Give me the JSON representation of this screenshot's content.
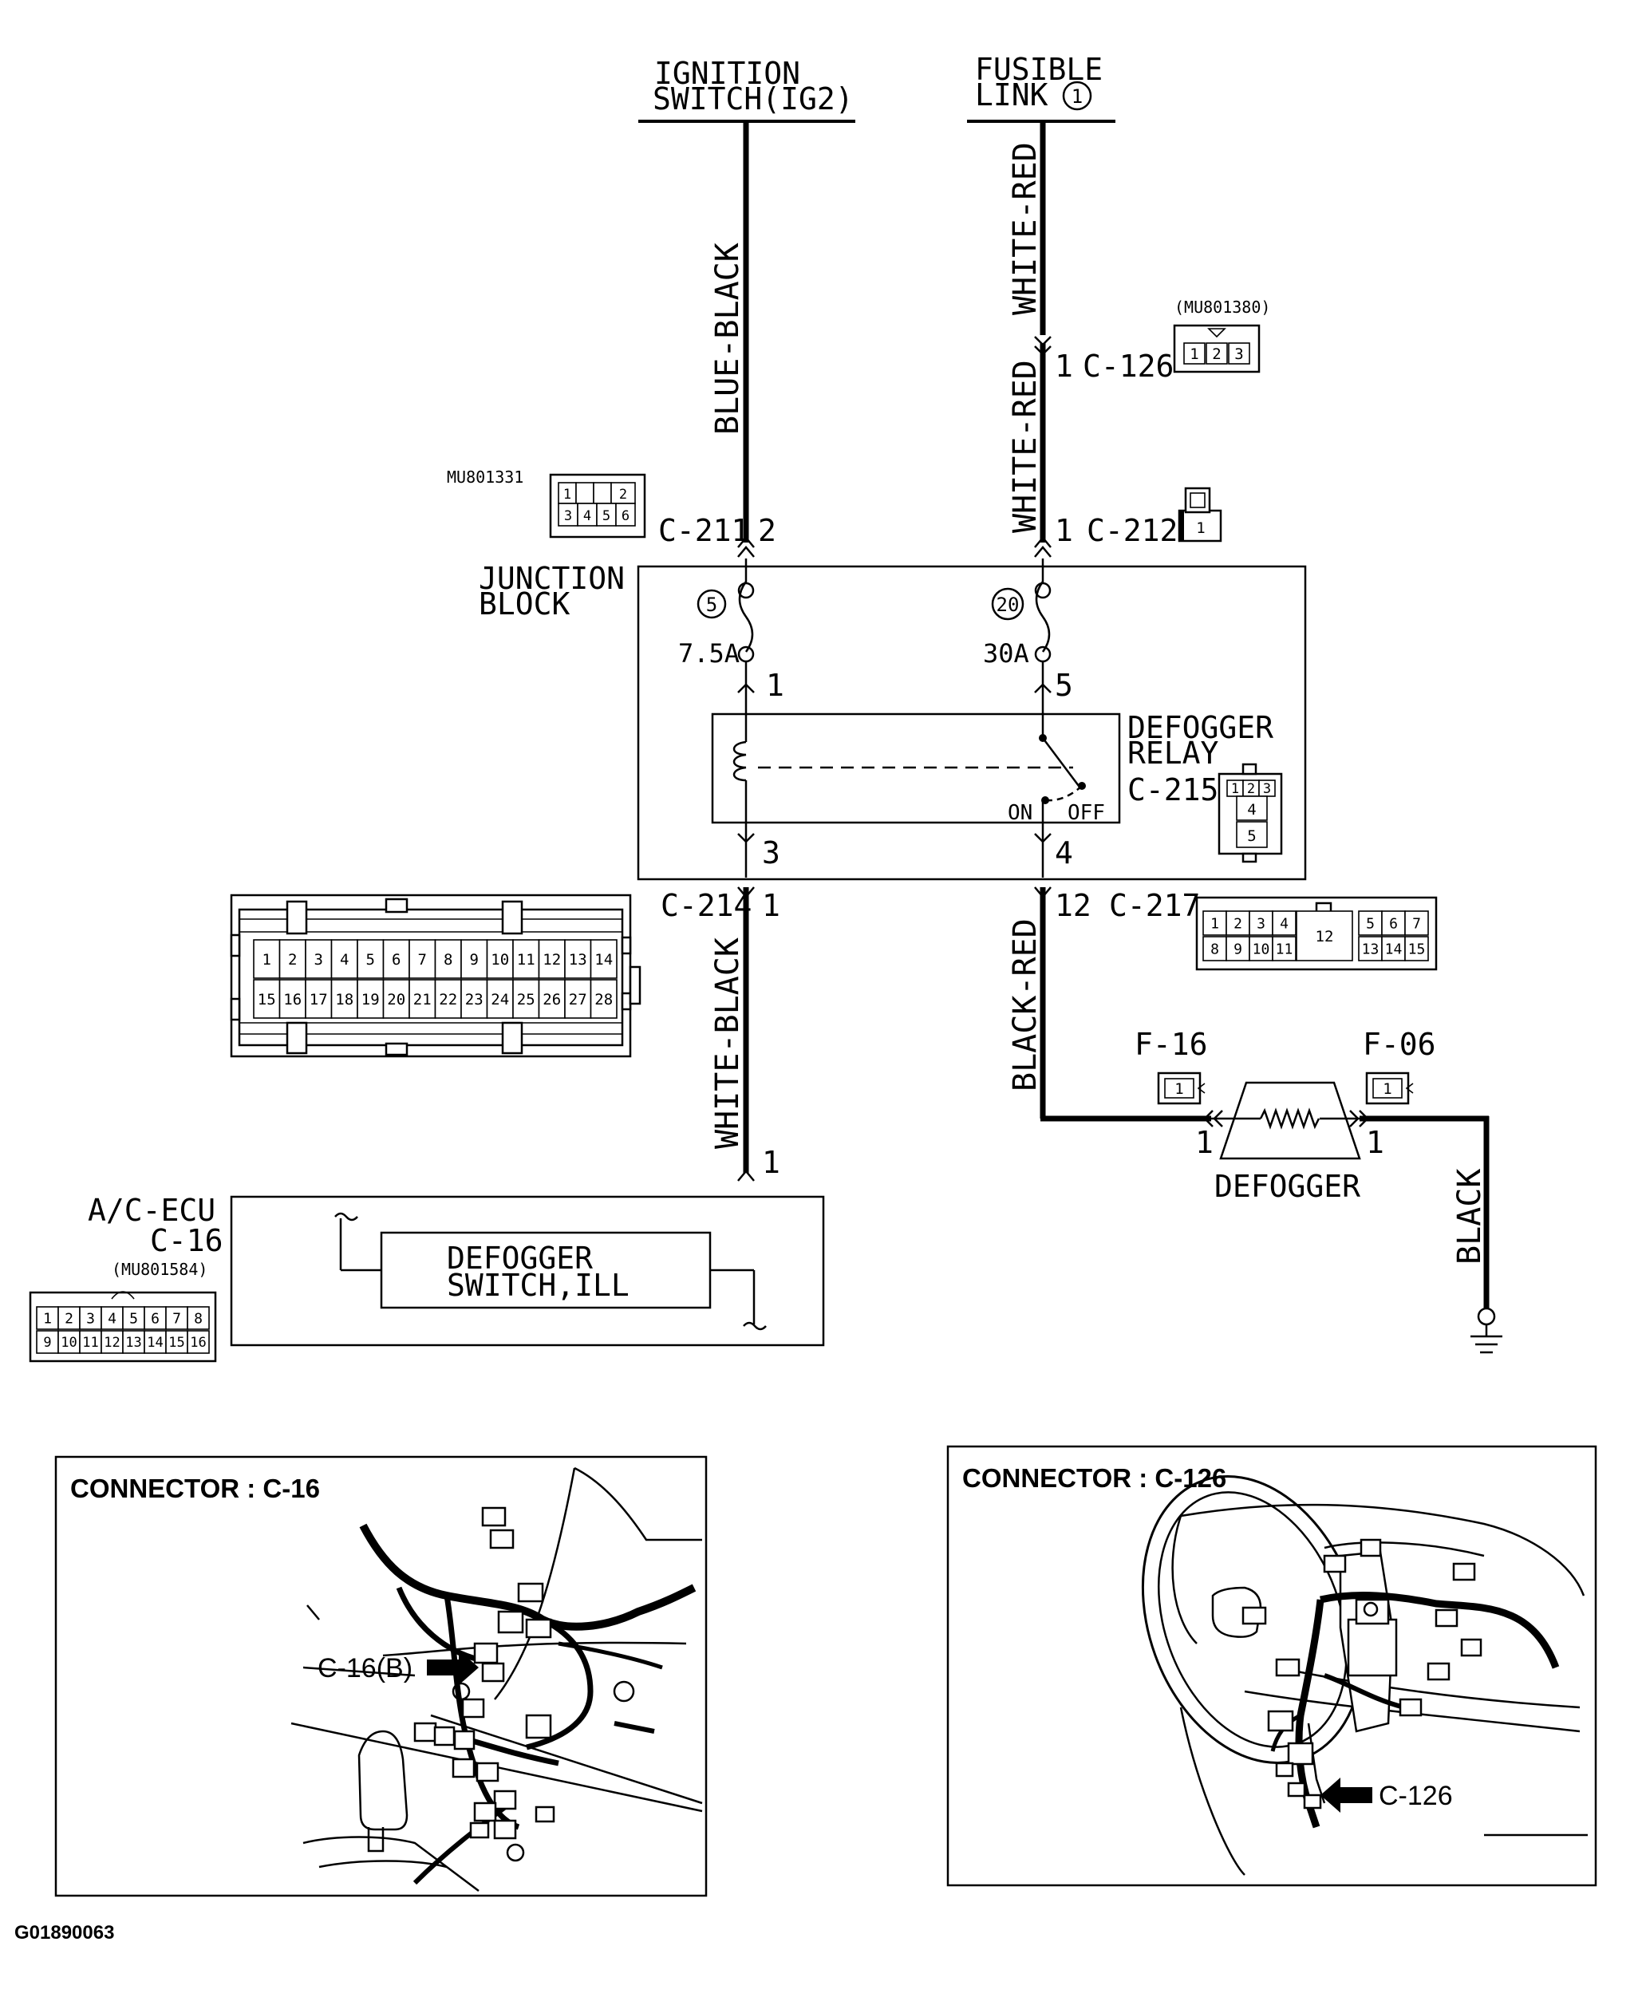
{
  "sources": {
    "ignition": [
      "IGNITION",
      "SWITCH(IG2)"
    ],
    "fusible": [
      "FUSIBLE",
      "LINK"
    ],
    "fusible_num": "1"
  },
  "wires": {
    "blue_black": "BLUE-BLACK",
    "white_red_top": "WHITE-RED",
    "white_red_bottom": "WHITE-RED",
    "white_black": "WHITE-BLACK",
    "black_red": "BLACK-RED",
    "black": "BLACK"
  },
  "connectors": {
    "c126": "C-126",
    "c126_part": "(MU801380)",
    "c126_pin": "1",
    "c211": "C-211",
    "c211_pin": "2",
    "c211_part": "MU801331",
    "c212": "C-212",
    "c212_pin": "1",
    "c214": "C-214",
    "c214_pin": "1",
    "c217": "C-217",
    "c217_pin": "12",
    "c215": "C-215",
    "f16": "F-16",
    "f06": "F-06",
    "c16_part": "(MU801584)"
  },
  "junction": {
    "label": [
      "JUNCTION",
      "BLOCK"
    ],
    "fuse_left_num": "5",
    "fuse_left_rating": "7.5A",
    "fuse_right_num": "20",
    "fuse_right_rating": "30A",
    "pin_1": "1",
    "pin_5": "5",
    "pin_3": "3",
    "pin_4": "4"
  },
  "relay": {
    "label": [
      "DEFOGGER",
      "RELAY"
    ],
    "on": "ON",
    "off": "OFF"
  },
  "defogger": {
    "label": "DEFOGGER",
    "pin_left": "1",
    "pin_right": "1"
  },
  "ecu": {
    "label": [
      "A/C-ECU",
      "C-16"
    ],
    "pin": "1",
    "switch_label": [
      "DEFOGGER",
      "SWITCH,ILL"
    ]
  },
  "pins": {
    "c211": [
      "1",
      "2",
      "3",
      "4",
      "5",
      "6"
    ],
    "c126": [
      "1",
      "2",
      "3"
    ],
    "c212": [
      "1"
    ],
    "c215": [
      "1",
      "2",
      "3",
      "4",
      "5"
    ],
    "c214_top": [
      "1",
      "2",
      "3",
      "4",
      "5",
      "6",
      "7",
      "8",
      "9",
      "10",
      "11",
      "12",
      "13",
      "14"
    ],
    "c214_bottom": [
      "15",
      "16",
      "17",
      "18",
      "19",
      "20",
      "21",
      "22",
      "23",
      "24",
      "25",
      "26",
      "27",
      "28"
    ],
    "c217_top_left": [
      "1",
      "2",
      "3",
      "4"
    ],
    "c217_top_right": [
      "5",
      "6",
      "7"
    ],
    "c217_bottom_left": [
      "8",
      "9",
      "10",
      "11"
    ],
    "c217_bottom_right": [
      "13",
      "14",
      "15"
    ],
    "c217_center": "12",
    "c16_top": [
      "1",
      "2",
      "3",
      "4",
      "5",
      "6",
      "7",
      "8"
    ],
    "c16_bottom": [
      "9",
      "10",
      "11",
      "12",
      "13",
      "14",
      "15",
      "16"
    ],
    "f16": [
      "1"
    ],
    "f06": [
      "1"
    ]
  },
  "panels": {
    "left_title": "CONNECTOR : C-16",
    "left_callout": "C-16(B)",
    "right_title": "CONNECTOR : C-126",
    "right_callout": "C-126"
  },
  "figure_id": "G01890063"
}
